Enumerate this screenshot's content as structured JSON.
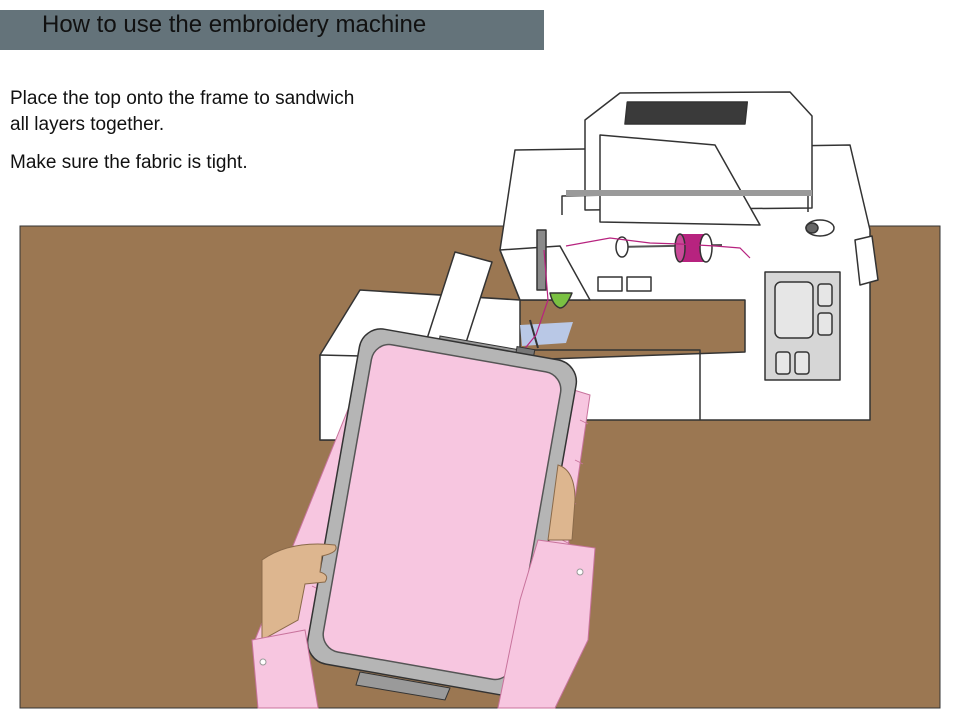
{
  "header": {
    "title": "How to use the embroidery machine"
  },
  "instructions": {
    "line1": "Place the top onto the frame to sandwich all layers together.",
    "line2": "Make sure the fabric is tight."
  },
  "illustration": {
    "table_color": "#9b7752",
    "machine_color": "#ffffff",
    "fabric_color": "#f7c6e0",
    "hoop_color": "#b5b5b5",
    "thread_color": "#b7237f",
    "skin_color": "#ddb68f",
    "sleeve_color": "#f7c6e0",
    "title_bar_color": "#64737a"
  }
}
